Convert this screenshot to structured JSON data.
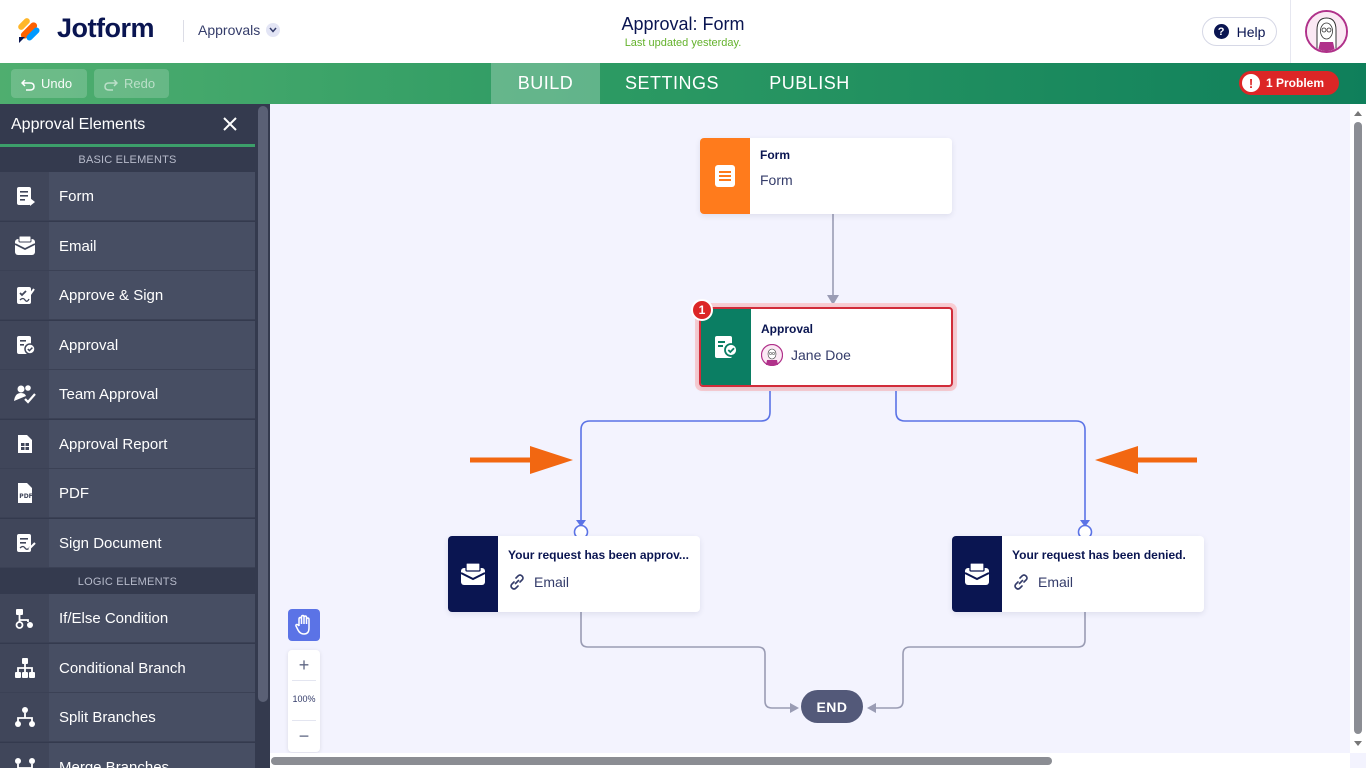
{
  "header": {
    "logo_text": "Jotform",
    "app_switcher": "Approvals",
    "title": "Approval: Form",
    "subtitle": "Last updated yesterday.",
    "help_label": "Help"
  },
  "toolbar": {
    "undo_label": "Undo",
    "redo_label": "Redo",
    "tabs": [
      {
        "label": "BUILD",
        "active": true
      },
      {
        "label": "SETTINGS",
        "active": false
      },
      {
        "label": "PUBLISH",
        "active": false
      }
    ],
    "problem_label": "1 Problem"
  },
  "sidebar": {
    "title": "Approval Elements",
    "basic_heading": "BASIC ELEMENTS",
    "logic_heading": "LOGIC ELEMENTS",
    "basic_items": [
      {
        "label": "Form",
        "icon": "form-icon"
      },
      {
        "label": "Email",
        "icon": "email-icon"
      },
      {
        "label": "Approve & Sign",
        "icon": "approve-sign-icon"
      },
      {
        "label": "Approval",
        "icon": "approval-icon"
      },
      {
        "label": "Team Approval",
        "icon": "team-approval-icon"
      },
      {
        "label": "Approval Report",
        "icon": "report-icon"
      },
      {
        "label": "PDF",
        "icon": "pdf-icon"
      },
      {
        "label": "Sign Document",
        "icon": "sign-document-icon"
      }
    ],
    "logic_items": [
      {
        "label": "If/Else Condition",
        "icon": "if-else-icon"
      },
      {
        "label": "Conditional Branch",
        "icon": "conditional-branch-icon"
      },
      {
        "label": "Split Branches",
        "icon": "split-branches-icon"
      },
      {
        "label": "Merge Branches",
        "icon": "merge-branches-icon"
      }
    ]
  },
  "flow": {
    "form_node": {
      "title": "Form",
      "subtitle": "Form"
    },
    "approval_node": {
      "title": "Approval",
      "assignee": "Jane Doe",
      "problem_count": "1"
    },
    "email_approved": {
      "title": "Your request has been approv...",
      "subtitle": "Email"
    },
    "email_denied": {
      "title": "Your request has been denied.",
      "subtitle": "Email"
    },
    "end_label": "END"
  },
  "zoom": {
    "plus": "+",
    "level": "100%",
    "minus": "−"
  },
  "colors": {
    "brand_green": "#2c9a63",
    "form_orange": "#ff7b1c",
    "approval_green": "#0b7e63",
    "email_navy": "#0a1551",
    "problem_red": "#dc2626",
    "arrow_orange": "#f26711",
    "branch_line": "#5b73e6"
  }
}
